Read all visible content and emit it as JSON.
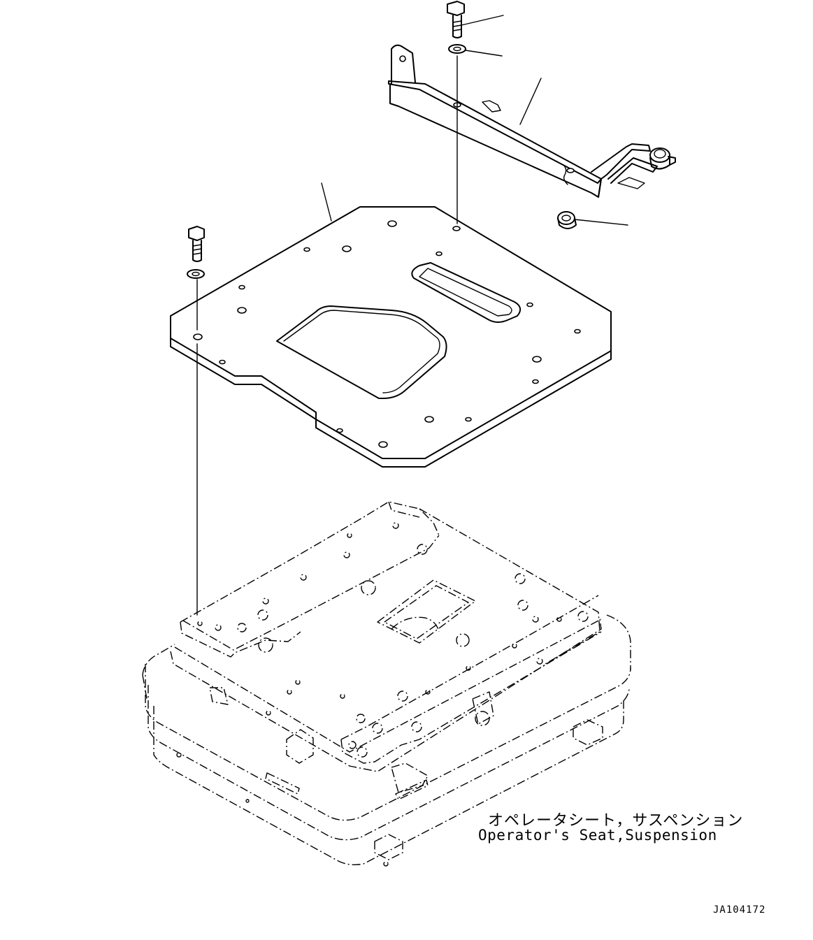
{
  "diagram": {
    "caption_japanese": "オペレータシート，サスペンション",
    "caption_english": "Operator's Seat,Suspension",
    "drawing_id": "JA104172",
    "line_color": "#000000",
    "background_color": "#ffffff",
    "parts": [
      {
        "name": "bolt",
        "icon": "hex-bolt-icon"
      },
      {
        "name": "washer",
        "icon": "washer-icon"
      },
      {
        "name": "bracket",
        "icon": "bracket-icon"
      },
      {
        "name": "mounting-plate",
        "icon": "plate-icon"
      },
      {
        "name": "grommet",
        "icon": "grommet-icon"
      },
      {
        "name": "seat-suspension",
        "icon": "seat-suspension-icon"
      }
    ]
  }
}
